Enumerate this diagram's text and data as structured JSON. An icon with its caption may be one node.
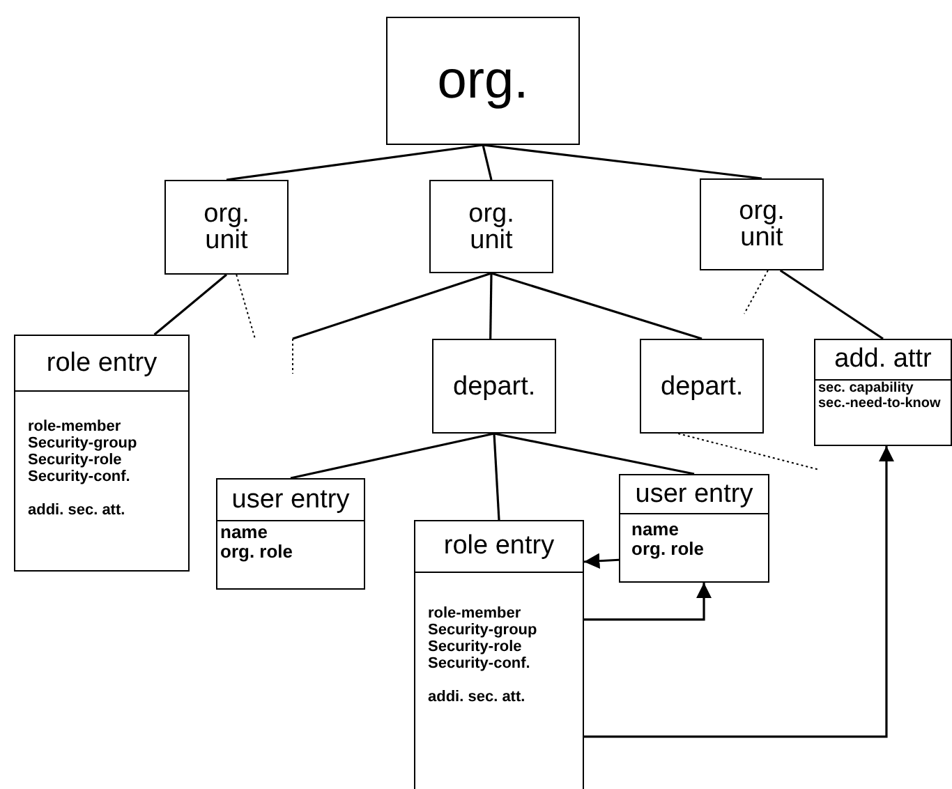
{
  "diagram": {
    "nodes": [
      {
        "text": [
          "org."
        ]
      },
      {
        "text": [
          "org. unit"
        ]
      },
      {
        "text": [
          "org. unit"
        ]
      },
      {
        "text": [
          "org. unit"
        ]
      },
      {
        "text": [
          "role entry",
          "role-member",
          "Security-group",
          "Security-role",
          "Security-conf.",
          "addi. sec. att."
        ]
      },
      {
        "text": [
          "depart."
        ]
      },
      {
        "text": [
          "depart."
        ]
      },
      {
        "text": [
          "add. attr",
          "sec. capability",
          "sec.-need-to-know"
        ]
      },
      {
        "text": [
          "user entry",
          "name",
          "org. role"
        ]
      },
      {
        "text": [
          "role entry",
          "role-member",
          "Security-group",
          "Security-role",
          "Security-conf.",
          "addi. sec. att."
        ]
      },
      {
        "text": [
          "user entry",
          "name",
          "org. role"
        ]
      }
    ],
    "edges": [
      {
        "from": 0,
        "to": 1,
        "arrow": "none"
      },
      {
        "from": 0,
        "to": 2,
        "arrow": "none"
      },
      {
        "from": 0,
        "to": 3,
        "arrow": "none"
      },
      {
        "from": 1,
        "to": 4,
        "arrow": "none"
      },
      {
        "from": 1,
        "to": null,
        "arrow": "none",
        "style": "dashed"
      },
      {
        "from": 2,
        "to": null,
        "arrow": "none"
      },
      {
        "from": 2,
        "to": 5,
        "arrow": "none"
      },
      {
        "from": 2,
        "to": 6,
        "arrow": "none"
      },
      {
        "from": 3,
        "to": null,
        "arrow": "none",
        "style": "dashed"
      },
      {
        "from": 3,
        "to": 7,
        "arrow": "none"
      },
      {
        "from": 5,
        "to": 8,
        "arrow": "none"
      },
      {
        "from": 5,
        "to": 9,
        "arrow": "none"
      },
      {
        "from": 5,
        "to": 10,
        "arrow": "none"
      },
      {
        "from": 6,
        "to": null,
        "arrow": "none",
        "style": "dashed"
      },
      {
        "from": 10,
        "to": 9,
        "arrow": "to"
      },
      {
        "from": 9,
        "to": 10,
        "arrow": "to"
      },
      {
        "from": 9,
        "to": 7,
        "arrow": "to"
      }
    ]
  }
}
